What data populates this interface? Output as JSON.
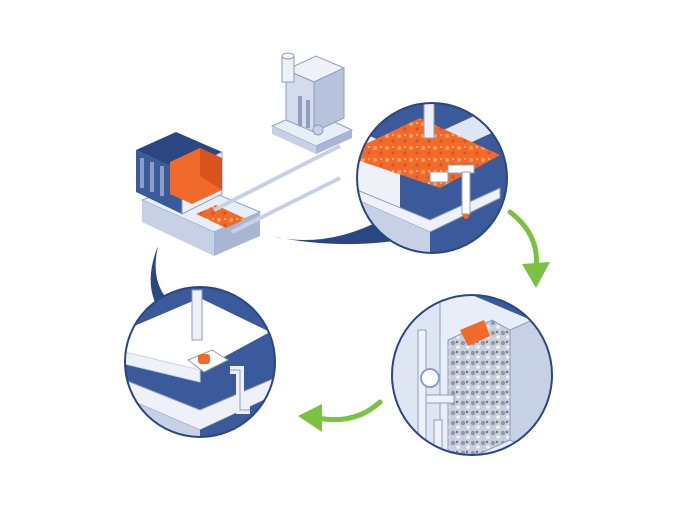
{
  "diagram": {
    "kind": "coolant filtration cycle illustration",
    "colors": {
      "navy": "#3a5a9b",
      "navy_dark": "#2b4783",
      "light_blue": "#e8eef8",
      "steel": "#c7d1e6",
      "steel_dark": "#8e9dc0",
      "orange": "#f26a2a",
      "orange_light": "#f7a05c",
      "green": "#7cc242",
      "grey": "#9aa3b5"
    },
    "steps": [
      {
        "id": "dirty-coolant-tank",
        "icon": "dirty-tank-magnifier-icon"
      },
      {
        "id": "filter-chamber",
        "icon": "filter-magnifier-icon"
      },
      {
        "id": "clean-coolant-tank",
        "icon": "clean-tank-magnifier-icon"
      }
    ],
    "arrows": [
      {
        "from": "dirty-coolant-tank",
        "to": "filter-chamber",
        "color": "green"
      },
      {
        "from": "filter-chamber",
        "to": "clean-coolant-tank",
        "color": "green"
      }
    ]
  }
}
